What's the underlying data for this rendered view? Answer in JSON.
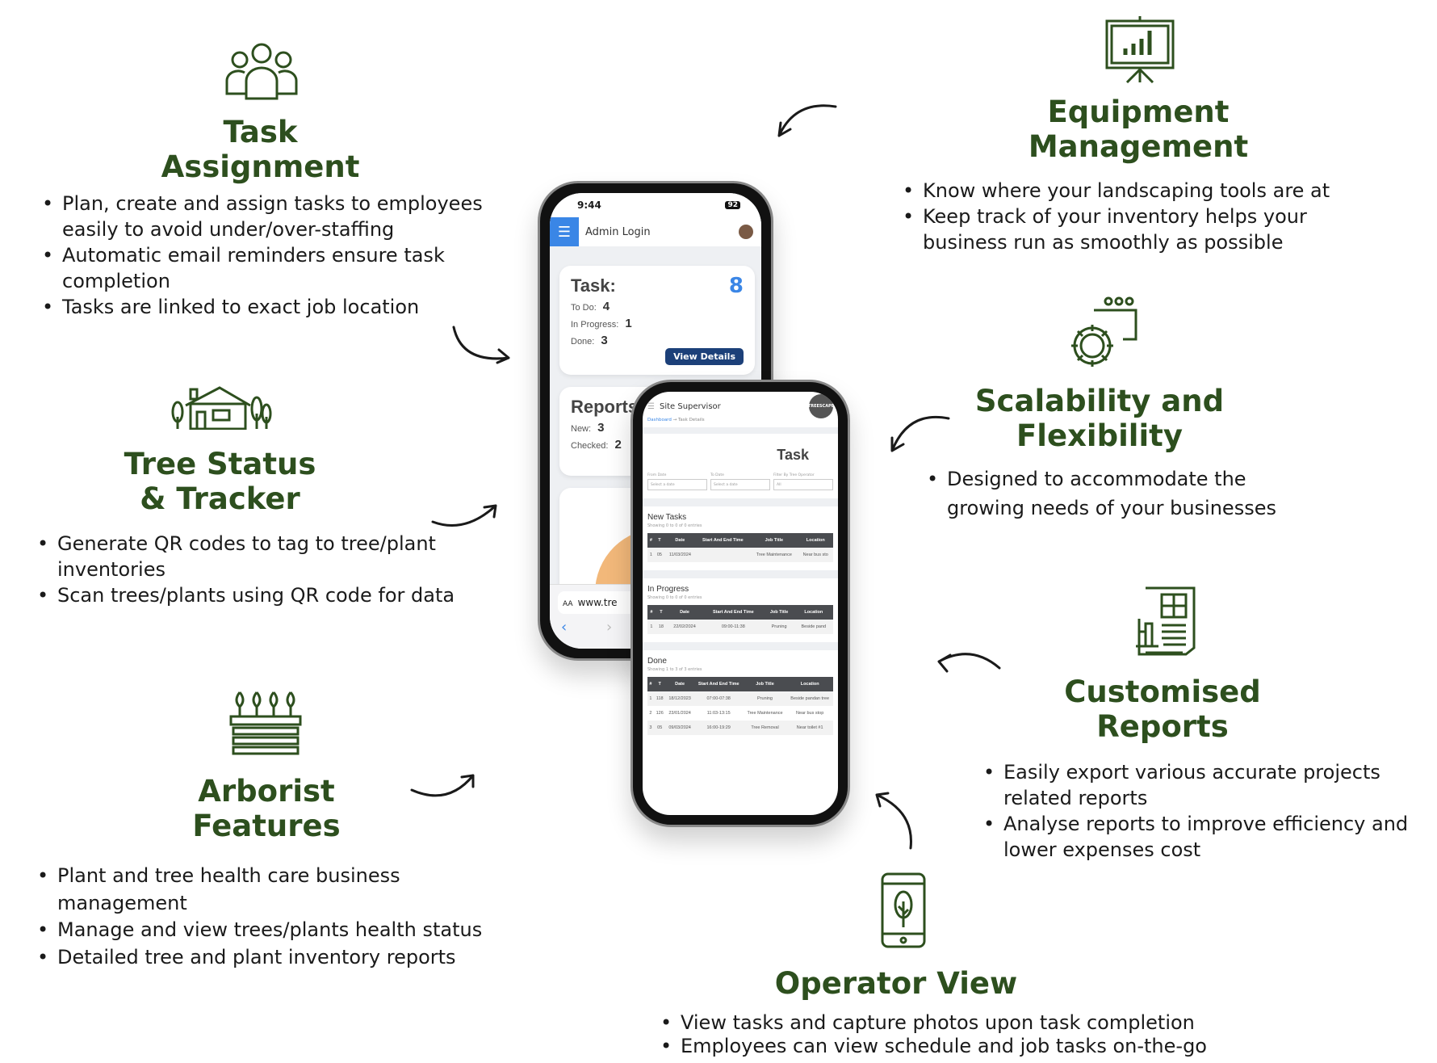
{
  "features": {
    "task_assignment": {
      "title_lines": [
        "Task",
        "Assignment"
      ],
      "icon": "team-icon",
      "bullets": [
        "Plan, create and assign tasks to employees easily to avoid under/over-staffing",
        "Automatic email reminders ensure task completion",
        "Tasks are linked to exact job location"
      ]
    },
    "equipment": {
      "title_lines": [
        "Equipment",
        "Management"
      ],
      "icon": "presentation-chart-icon",
      "bullets": [
        "Know where your landscaping tools are at",
        "Keep track of your inventory helps your business run as smoothly as possible"
      ]
    },
    "tree_status": {
      "title_lines": [
        "Tree Status",
        "& Tracker"
      ],
      "icon": "house-trees-icon",
      "bullets": [
        "Generate QR codes to tag to tree/plant inventories",
        "Scan trees/plants using QR code for data"
      ]
    },
    "scalability": {
      "title_lines": [
        "Scalability and",
        "Flexibility"
      ],
      "icon": "gear-window-icon",
      "bullets": [
        "Designed to accommodate the growing needs of your businesses"
      ]
    },
    "arborist": {
      "title_lines": [
        "Arborist",
        "Features"
      ],
      "icon": "planter-icon",
      "bullets": [
        "Plant and tree health care business management",
        "Manage and view trees/plants health status",
        "Detailed tree and plant inventory reports"
      ]
    },
    "reports": {
      "title_lines": [
        "Customised",
        "Reports"
      ],
      "icon": "report-document-icon",
      "bullets": [
        "Easily export various accurate projects related reports",
        "Analyse reports to improve efficiency and lower expenses cost"
      ]
    },
    "operator": {
      "title_lines": [
        "Operator View"
      ],
      "icon": "mobile-tree-icon",
      "bullets": [
        "View tasks and capture photos upon task completion",
        "Employees can view schedule and job tasks on-the-go"
      ]
    }
  },
  "colors": {
    "title_green": "#2d4f1e",
    "accent_blue": "#3a86e6",
    "button_navy": "#1c4079"
  },
  "phone_admin": {
    "time": "9:44",
    "battery": "92",
    "header": "Admin Login",
    "task_card": {
      "title": "Task:",
      "total": "8",
      "todo_label": "To Do:",
      "todo": "4",
      "progress_label": "In Progress:",
      "progress": "1",
      "done_label": "Done:",
      "done": "3",
      "button": "View Details"
    },
    "reports_card": {
      "title": "Reports",
      "new_label": "New:",
      "new": "3",
      "checked_label": "Checked:",
      "checked": "2"
    },
    "url": "www.tre",
    "aa": "AA"
  },
  "phone_supervisor": {
    "header": "Site Supervisor",
    "logo_text": "TREESCAPE",
    "breadcrumb": [
      "Dashboard",
      "Task Details"
    ],
    "title": "Task",
    "filters": {
      "from_label": "From Date",
      "to_label": "To Date",
      "operator_label": "Filter By Tree Operator",
      "from_placeholder": "Select a date",
      "to_placeholder": "Select a date",
      "operator_value": "All"
    },
    "columns": [
      "#",
      "T",
      "Date",
      "Start And End Time",
      "Job Title",
      "Location"
    ],
    "sections": [
      {
        "title": "New Tasks",
        "showing": "Showing 0 to 0 of 0 entries",
        "rows": [
          [
            "1",
            "05",
            "11/03/2024",
            "",
            "Tree Maintenance",
            "Near bus sto"
          ]
        ]
      },
      {
        "title": "In Progress",
        "showing": "Showing 0 to 0 of 0 entries",
        "rows": [
          [
            "1",
            "18",
            "22/02/2024",
            "09:00-11:38",
            "Pruning",
            "Beside pand"
          ]
        ]
      },
      {
        "title": "Done",
        "showing": "Showing 1 to 3 of 3 entries",
        "rows": [
          [
            "1",
            "118",
            "18/12/2023",
            "07:00-07:38",
            "Pruning",
            "Beside pandan tree"
          ],
          [
            "2",
            "126",
            "23/01/2024",
            "11:03-13:15",
            "Tree Maintenance",
            "Near bus stop"
          ],
          [
            "3",
            "05",
            "09/03/2024",
            "16:00-19:29",
            "Tree Removal",
            "Near toilet #1"
          ]
        ]
      }
    ]
  }
}
